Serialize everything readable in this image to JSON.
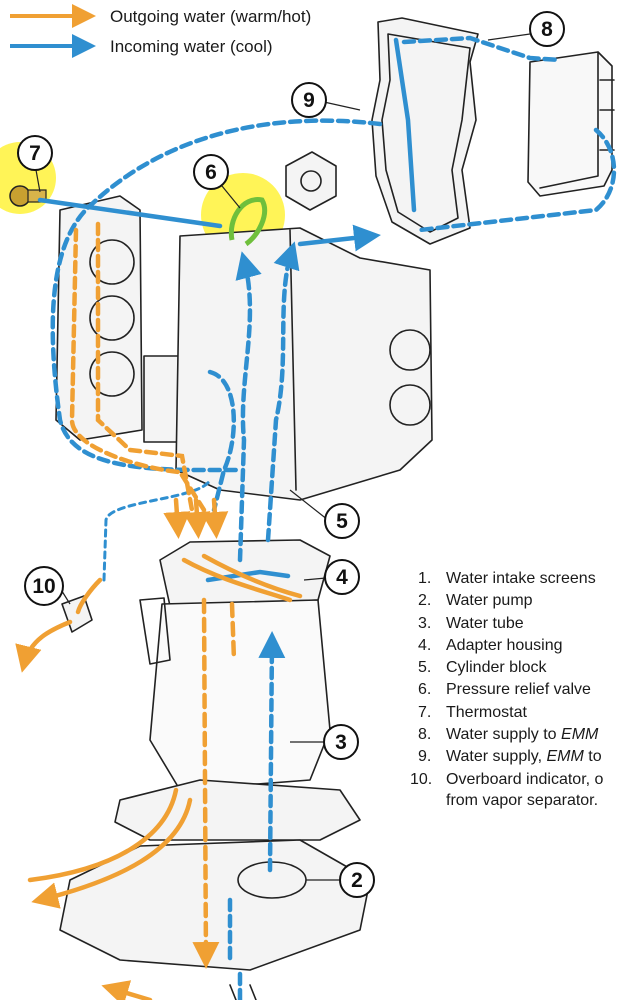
{
  "legend": {
    "outgoing": {
      "label": "Outgoing water (warm/hot)",
      "color": "#f0a033"
    },
    "incoming": {
      "label": "Incoming water (cool)",
      "color": "#2f8fd0"
    }
  },
  "highlight_color": "#fff23a",
  "callouts": [
    "2",
    "3",
    "4",
    "5",
    "6",
    "7",
    "8",
    "9",
    "10"
  ],
  "parts": [
    {
      "num": "1.",
      "text": "Water intake screens"
    },
    {
      "num": "2.",
      "text": "Water pump"
    },
    {
      "num": "3.",
      "text": "Water tube"
    },
    {
      "num": "4.",
      "text": "Adapter housing"
    },
    {
      "num": "5.",
      "text": "Cylinder block"
    },
    {
      "num": "6.",
      "text": "Pressure relief valve"
    },
    {
      "num": "7.",
      "text": "Thermostat"
    },
    {
      "num": "8.",
      "text": "Water supply to ",
      "em": "EMM"
    },
    {
      "num": "9.",
      "text": "Water supply, ",
      "em": "EMM",
      "after": " to"
    },
    {
      "num": "10.",
      "text": "Overboard indicator, o"
    }
  ],
  "parts_continuation": "from vapor separator."
}
